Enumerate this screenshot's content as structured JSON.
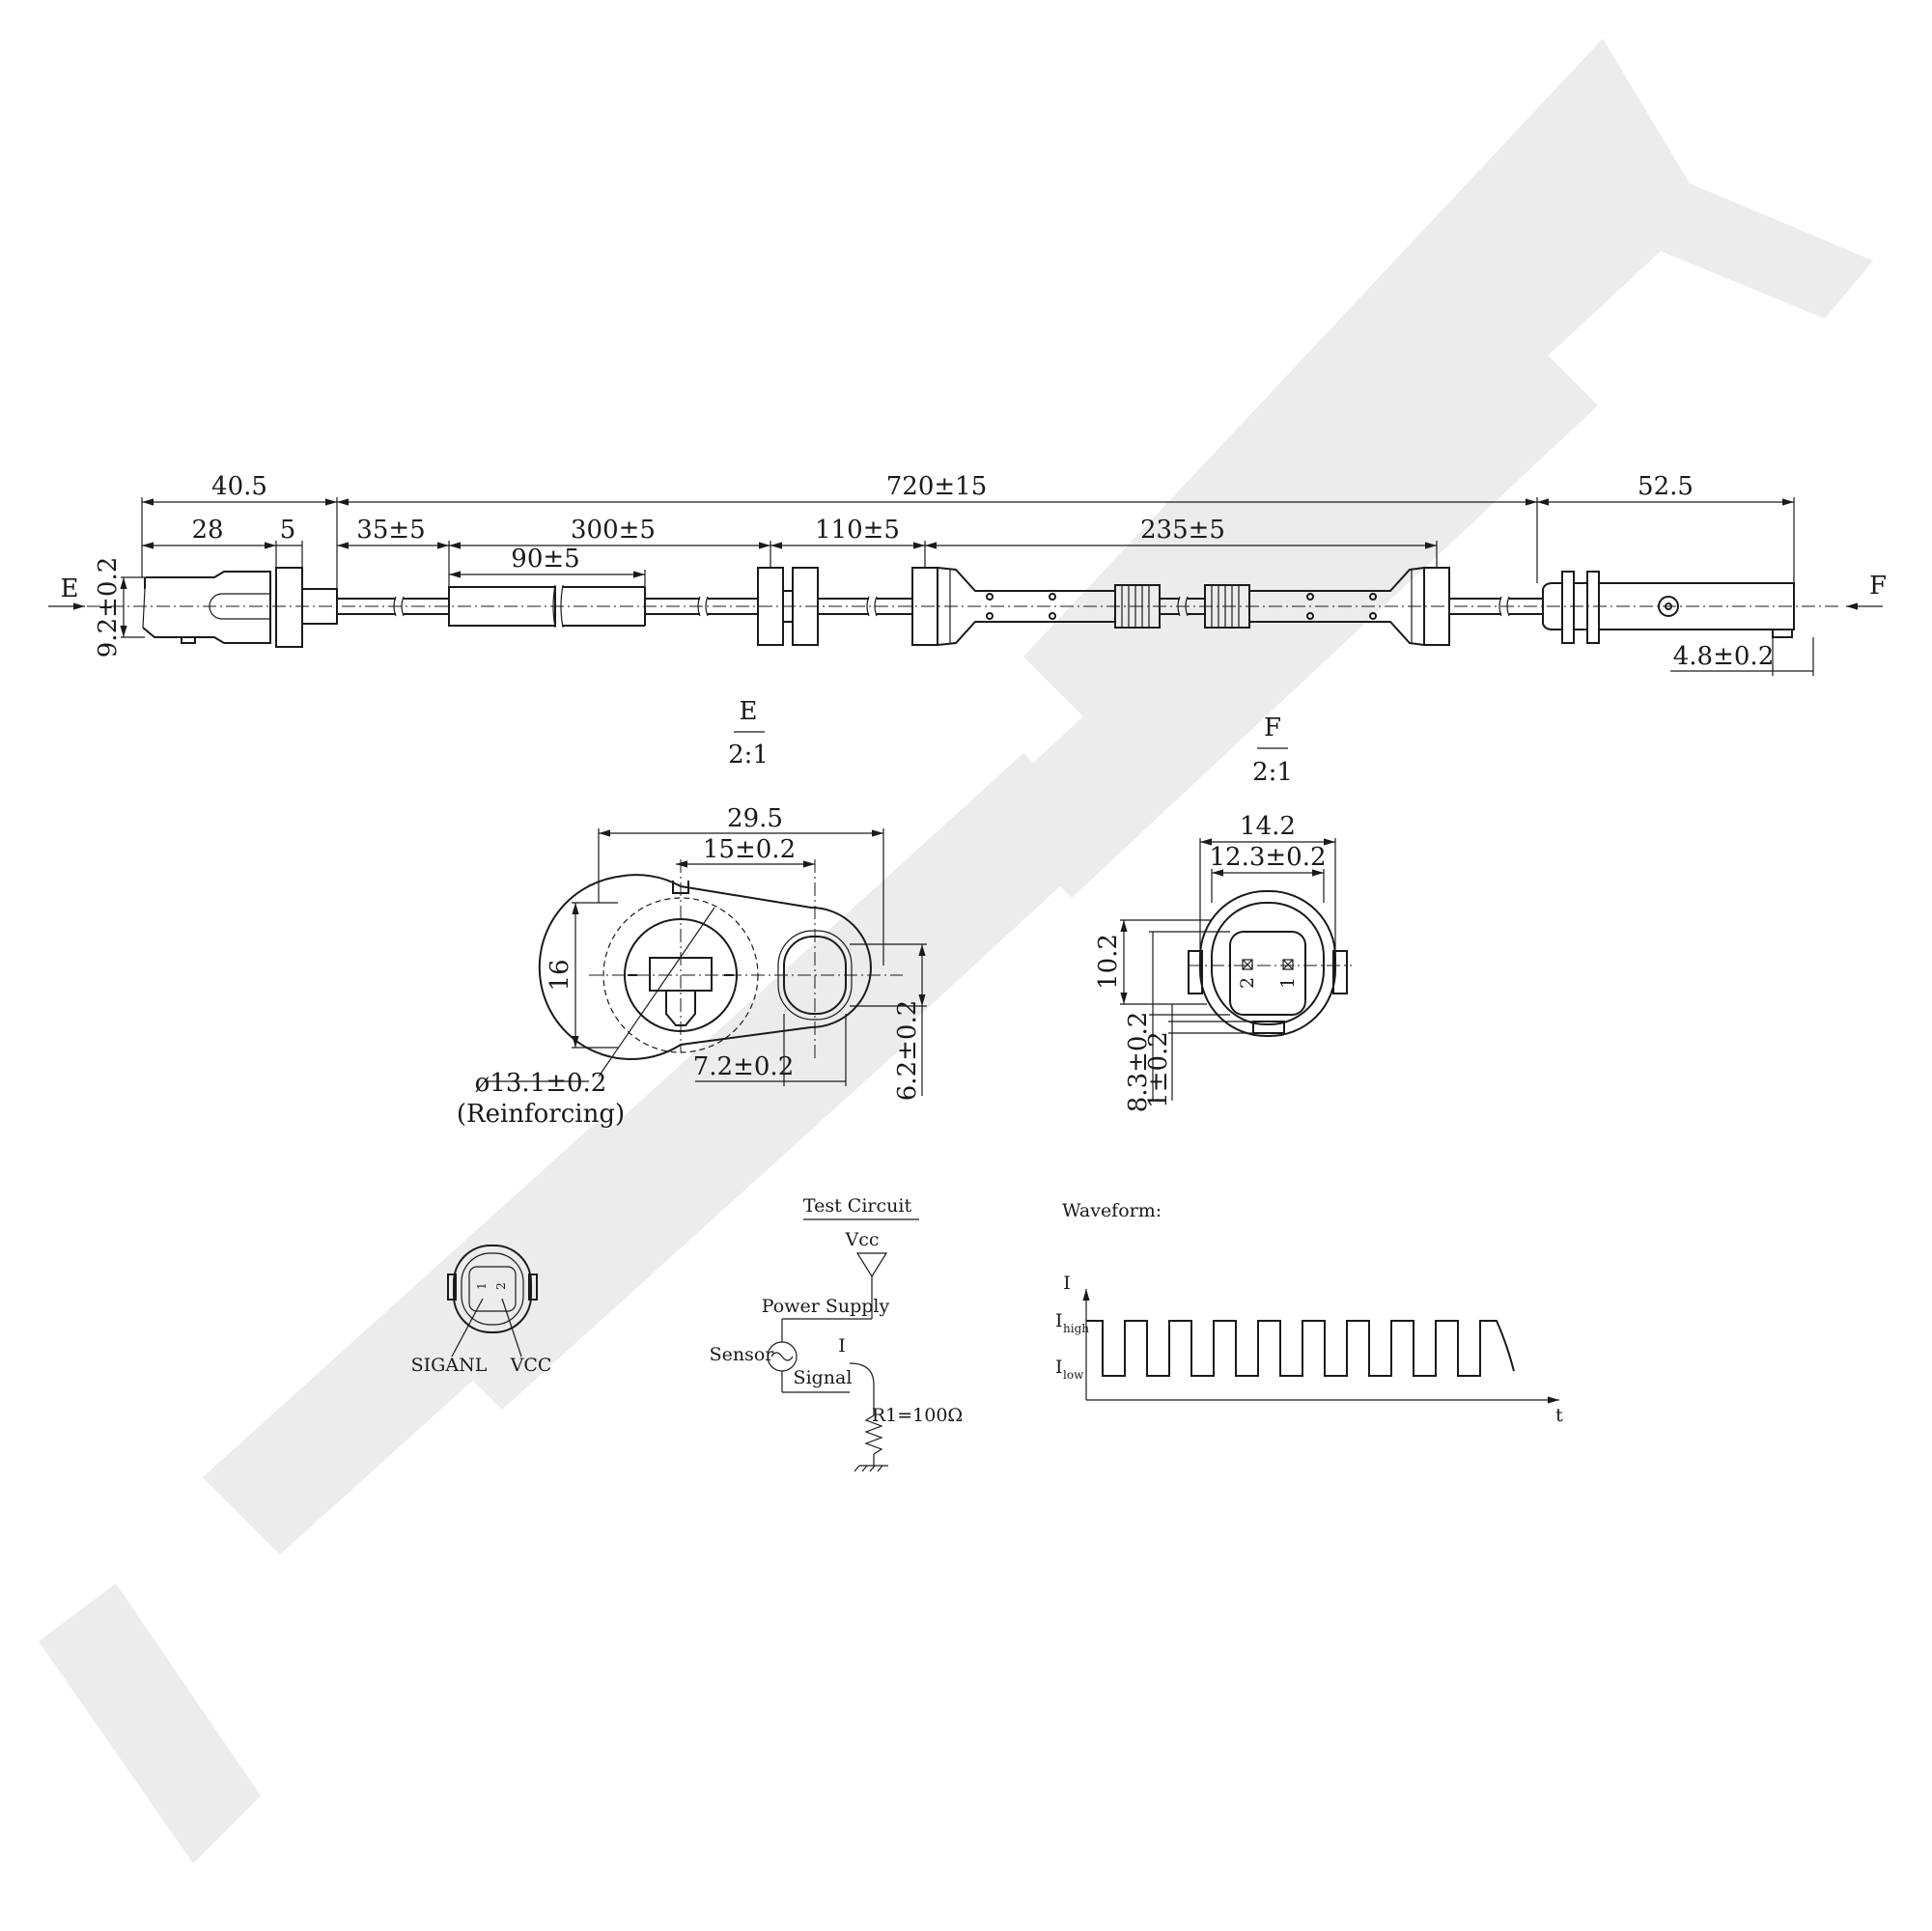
{
  "watermark": "ZENMEK",
  "main_view": {
    "dim_left_total": "40.5",
    "dim_total": "720±15",
    "dim_right": "52.5",
    "dim_28": "28",
    "dim_5": "5",
    "dim_35": "35±5",
    "dim_300": "300±5",
    "dim_90": "90±5",
    "dim_110": "110±5",
    "dim_235": "235±5",
    "dim_height": "9.2±0.2",
    "dim_4_8": "4.8±0.2",
    "view_e_arrow": "E",
    "view_f_arrow": "F"
  },
  "detail_e": {
    "title": "E",
    "scale": "2:1",
    "dim_29_5": "29.5",
    "dim_15": "15±0.2",
    "dim_16": "16",
    "dim_7_2": "7.2±0.2",
    "dim_6_2": "6.2±0.2",
    "dim_dia": "ø13.1±0.2",
    "note": "(Reinforcing)"
  },
  "detail_f": {
    "title": "F",
    "scale": "2:1",
    "dim_14_2": "14.2",
    "dim_12_3": "12.3±0.2",
    "dim_10_2": "10.2",
    "dim_8_3": "8.3±0.2",
    "dim_1": "1±0.2",
    "pin_2": "2",
    "pin_1": "1"
  },
  "pinout": {
    "pin_1": "1",
    "pin_2": "2",
    "label_signal": "SIGANL",
    "label_vcc": "VCC"
  },
  "test_circuit": {
    "title": "Test Circuit",
    "vcc": "Vcc",
    "power_supply": "Power Supply",
    "sensor": "Sensor",
    "current": "I",
    "signal": "Signal",
    "resistor": "R1=100Ω"
  },
  "waveform": {
    "title": "Waveform:",
    "y_axis": "I",
    "high_main": "I",
    "high_sub": "high",
    "low_main": "I",
    "low_sub": "low",
    "x_axis": "t"
  }
}
